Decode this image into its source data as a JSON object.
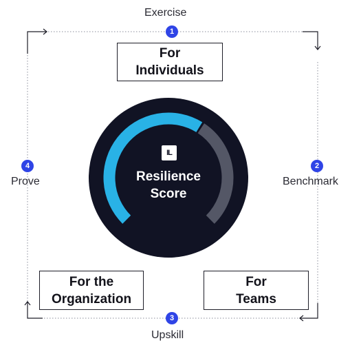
{
  "colors": {
    "accent_blue": "#2f44e6",
    "gauge_progress": "#29b2e6",
    "gauge_remainder": "#545766",
    "gauge_background": "#111324"
  },
  "steps": [
    {
      "number": "1",
      "label": "Exercise"
    },
    {
      "number": "2",
      "label": "Benchmark"
    },
    {
      "number": "3",
      "label": "Upskill"
    },
    {
      "number": "4",
      "label": "Prove"
    }
  ],
  "boxes": {
    "individuals": {
      "line1": "For",
      "line2": "Individuals"
    },
    "organization": {
      "line1": "For the",
      "line2": "Organization"
    },
    "teams": {
      "line1": "For",
      "line2": "Teams"
    }
  },
  "center": {
    "logo_icon": "immersive-labs-logo-icon",
    "logo_text": "IL",
    "line1": "Resilience",
    "line2": "Score"
  },
  "gauge": {
    "progress_fraction": 0.62
  }
}
